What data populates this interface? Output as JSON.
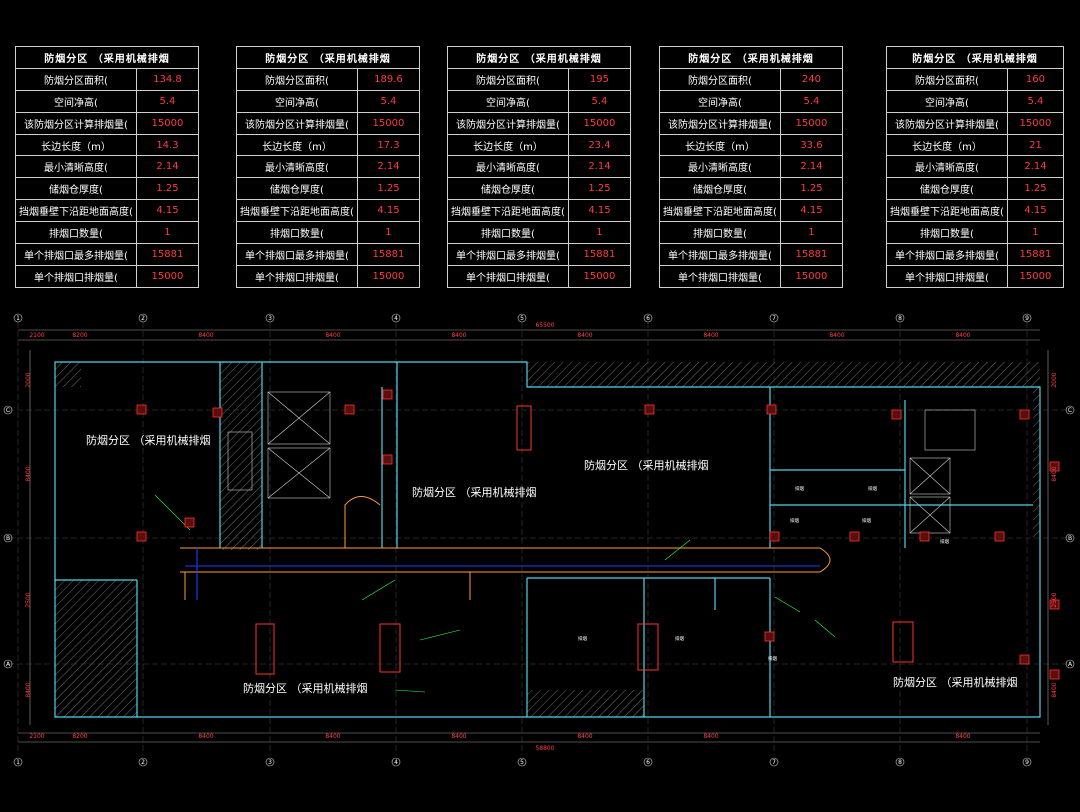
{
  "tables": [
    {
      "header": "防烟分区 （采用机械排烟",
      "rows": [
        {
          "k": "防烟分区面积(",
          "v": "134.8"
        },
        {
          "k": "空间净高(",
          "v": "5.4"
        },
        {
          "k": "该防烟分区计算排烟量(",
          "v": "15000"
        },
        {
          "k": "长边长度（m）",
          "v": "14.3"
        },
        {
          "k": "最小清晰高度(",
          "v": "2.14"
        },
        {
          "k": "储烟仓厚度(",
          "v": "1.25"
        },
        {
          "k": "挡烟垂壁下沿距地面高度(",
          "v": "4.15"
        },
        {
          "k": "排烟口数量(",
          "v": "1"
        },
        {
          "k": "单个排烟口最多排烟量(",
          "v": "15881"
        },
        {
          "k": "单个排烟口排烟量(",
          "v": "15000"
        }
      ]
    },
    {
      "header": "防烟分区 （采用机械排烟",
      "rows": [
        {
          "k": "防烟分区面积(",
          "v": "189.6"
        },
        {
          "k": "空间净高(",
          "v": "5.4"
        },
        {
          "k": "该防烟分区计算排烟量(",
          "v": "15000"
        },
        {
          "k": "长边长度（m）",
          "v": "17.3"
        },
        {
          "k": "最小清晰高度(",
          "v": "2.14"
        },
        {
          "k": "储烟仓厚度(",
          "v": "1.25"
        },
        {
          "k": "挡烟垂壁下沿距地面高度(",
          "v": "4.15"
        },
        {
          "k": "排烟口数量(",
          "v": "1"
        },
        {
          "k": "单个排烟口最多排烟量(",
          "v": "15881"
        },
        {
          "k": "单个排烟口排烟量(",
          "v": "15000"
        }
      ]
    },
    {
      "header": "防烟分区 （采用机械排烟",
      "rows": [
        {
          "k": "防烟分区面积(",
          "v": "195"
        },
        {
          "k": "空间净高(",
          "v": "5.4"
        },
        {
          "k": "该防烟分区计算排烟量(",
          "v": "15000"
        },
        {
          "k": "长边长度（m）",
          "v": "23.4"
        },
        {
          "k": "最小清晰高度(",
          "v": "2.14"
        },
        {
          "k": "储烟仓厚度(",
          "v": "1.25"
        },
        {
          "k": "挡烟垂壁下沿距地面高度(",
          "v": "4.15"
        },
        {
          "k": "排烟口数量(",
          "v": "1"
        },
        {
          "k": "单个排烟口最多排烟量(",
          "v": "15881"
        },
        {
          "k": "单个排烟口排烟量(",
          "v": "15000"
        }
      ]
    },
    {
      "header": "防烟分区 （采用机械排烟",
      "rows": [
        {
          "k": "防烟分区面积(",
          "v": "240"
        },
        {
          "k": "空间净高(",
          "v": "5.4"
        },
        {
          "k": "该防烟分区计算排烟量(",
          "v": "15000"
        },
        {
          "k": "长边长度（m）",
          "v": "33.6"
        },
        {
          "k": "最小清晰高度(",
          "v": "2.14"
        },
        {
          "k": "储烟仓厚度(",
          "v": "1.25"
        },
        {
          "k": "挡烟垂壁下沿距地面高度(",
          "v": "4.15"
        },
        {
          "k": "排烟口数量(",
          "v": "1"
        },
        {
          "k": "单个排烟口最多排烟量(",
          "v": "15881"
        },
        {
          "k": "单个排烟口排烟量(",
          "v": "15000"
        }
      ]
    },
    {
      "header": "防烟分区 （采用机械排烟",
      "rows": [
        {
          "k": "防烟分区面积(",
          "v": "160"
        },
        {
          "k": "空间净高(",
          "v": "5.4"
        },
        {
          "k": "该防烟分区计算排烟量(",
          "v": "15000"
        },
        {
          "k": "长边长度（m）",
          "v": "21"
        },
        {
          "k": "最小清晰高度(",
          "v": "2.14"
        },
        {
          "k": "储烟仓厚度(",
          "v": "1.25"
        },
        {
          "k": "挡烟垂壁下沿距地面高度(",
          "v": "4.15"
        },
        {
          "k": "排烟口数量(",
          "v": "1"
        },
        {
          "k": "单个排烟口最多排烟量(",
          "v": "15881"
        },
        {
          "k": "单个排烟口排烟量(",
          "v": "15000"
        }
      ]
    }
  ],
  "plan": {
    "zone_label": "防烟分区 （采用机械排烟",
    "axes_top": [
      "1",
      "2",
      "3",
      "4",
      "5",
      "6",
      "7",
      "8",
      "9"
    ],
    "axes_left": [
      "C",
      "B",
      "A"
    ],
    "dim_top_spans": [
      "2100",
      "8200",
      "8400",
      "8400",
      "8400",
      "8400",
      "8400",
      "8400",
      "8400"
    ],
    "dim_top_total": "65500",
    "dim_bottom_spans": [
      "2100",
      "8200",
      "8400",
      "8400",
      "8400",
      "8400",
      "8400",
      "8400"
    ],
    "dim_bottom_total": "58800",
    "dim_left": [
      "2000",
      "8400",
      "2500",
      "8400"
    ],
    "dim_right": [
      "2000",
      "8400",
      "2500",
      "8400"
    ]
  },
  "colors": {
    "background": "#000000",
    "table_value": "#ff3b3b",
    "wall": "#4fd3e6",
    "duct": "#ff9a3c",
    "pipe": "#1e3cff",
    "leader": "#2bff4a",
    "equipment": "#ff3030"
  }
}
